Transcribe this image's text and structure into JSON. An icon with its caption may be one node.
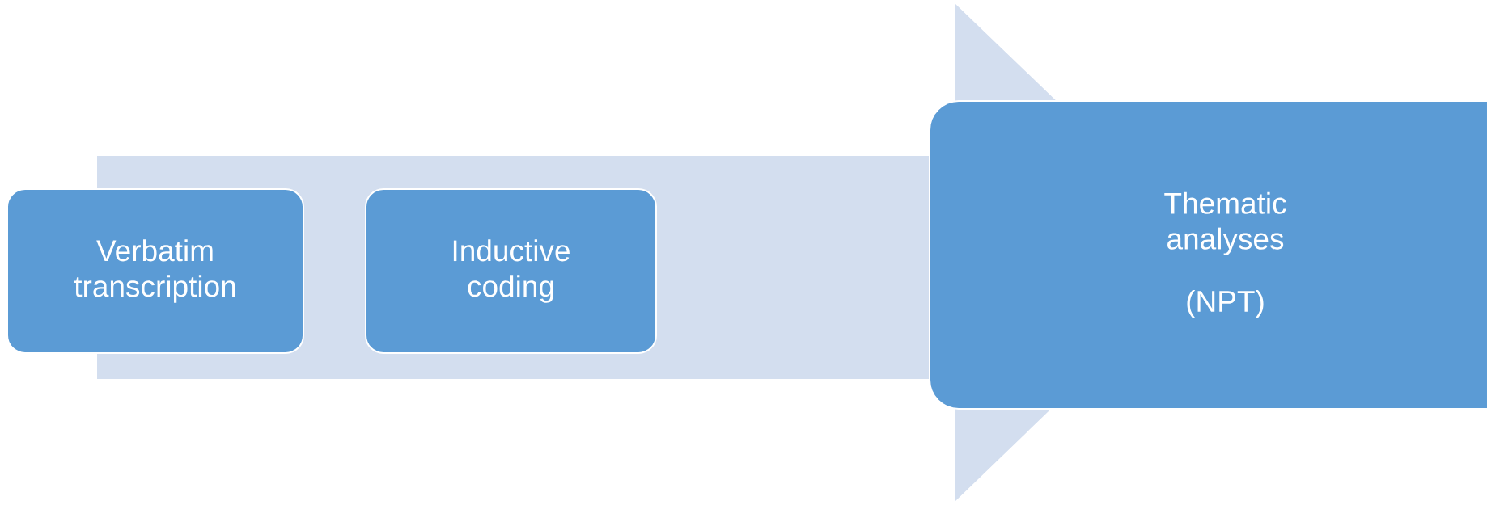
{
  "diagram": {
    "nodes": [
      {
        "text": [
          "Verbatim transcription"
        ]
      },
      {
        "text": [
          "Inductive coding"
        ]
      },
      {
        "text": [
          "Thematic analyses",
          "(NPT)"
        ]
      }
    ],
    "edges": [
      {
        "from": 0,
        "to": 2,
        "arrow": "to"
      }
    ]
  }
}
